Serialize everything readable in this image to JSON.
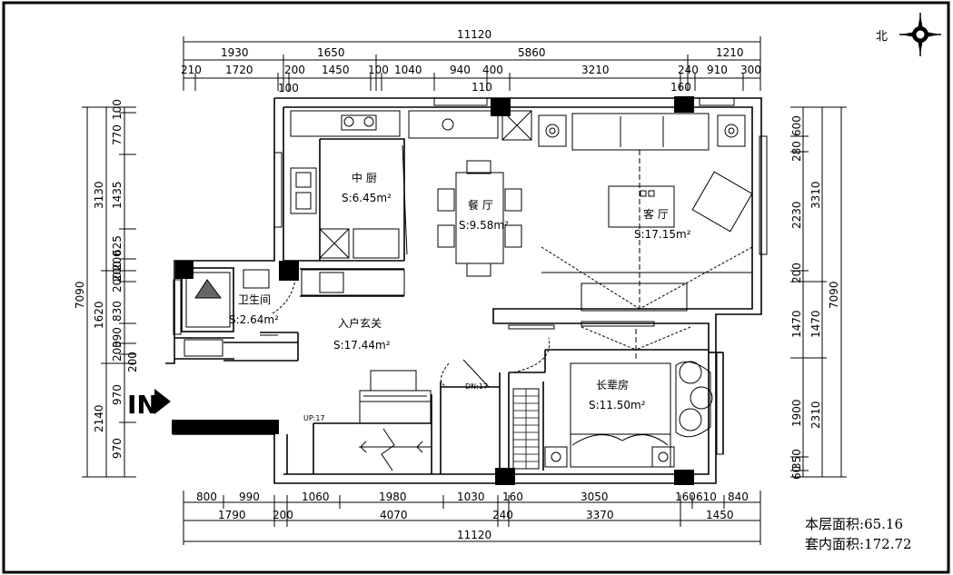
{
  "north_label": "北",
  "dimensions": {
    "top_total": "11120",
    "top_row2": [
      "1930",
      "1650",
      "5860",
      "1210"
    ],
    "top_row3": [
      "210",
      "1720",
      "200",
      "1450",
      "100",
      "1040",
      "940",
      "400",
      "3210",
      "240",
      "910",
      "300"
    ],
    "top_minor": [
      "100",
      "110",
      "160"
    ],
    "bottom_row1": [
      "800",
      "990",
      "1060",
      "1980",
      "1030",
      "160",
      "3050",
      "160",
      "610",
      "840"
    ],
    "bottom_row2": [
      "1790",
      "200",
      "4070",
      "240",
      "3370",
      "1450"
    ],
    "bottom_total": "11120",
    "left_total": "7090",
    "left_outer": [
      "3130",
      "1620",
      "2140"
    ],
    "left_inner": [
      "100",
      "770",
      "1435",
      "625",
      "200",
      "200",
      "200",
      "830",
      "390",
      "200",
      "200",
      "970",
      "970"
    ],
    "right_total": "7090",
    "right_outer": [
      "3310",
      "1470",
      "2310"
    ],
    "right_inner": [
      "600",
      "280",
      "2230",
      "200",
      "1470",
      "1900",
      "350",
      "60"
    ]
  },
  "rooms": {
    "kitchen": {
      "name": "中 厨",
      "area": "S:6.45m²"
    },
    "dining": {
      "name": "餐 厅",
      "area": "S:9.58m²"
    },
    "living": {
      "name": "客 厅",
      "area": "S:17.15m²"
    },
    "bathroom": {
      "name": "卫生间",
      "area": "S:2.64m²"
    },
    "entrance": {
      "name": "入户玄关",
      "area": "S:17.44m²"
    },
    "bedroom": {
      "name": "长辈房",
      "area": "S:11.50m²"
    }
  },
  "stairs": {
    "up_label": "UP:17",
    "down_label": "DN:17"
  },
  "stats": {
    "floor_area_label": "本层面积:",
    "floor_area_value": "65.16",
    "suite_area_label": "套内面积:",
    "suite_area_value": "172.72"
  },
  "entrance_marker": "IN"
}
